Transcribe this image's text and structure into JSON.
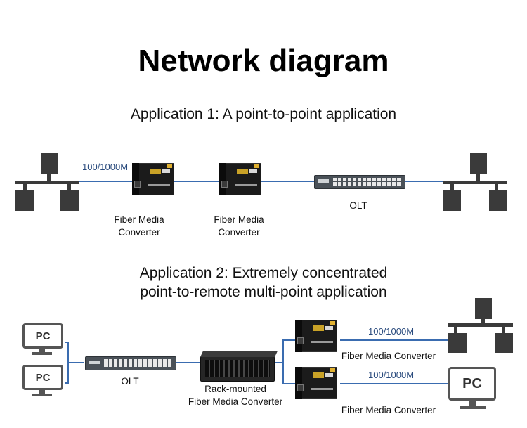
{
  "header": {
    "title": "Network diagram"
  },
  "application1": {
    "heading": "Application 1: A point-to-point application",
    "speed_label": "100/1000M",
    "converter1": {
      "line1": "Fiber Media",
      "line2": "Converter"
    },
    "converter2": {
      "line1": "Fiber Media",
      "line2": "Converter"
    },
    "olt_label": "OLT"
  },
  "application2": {
    "heading_line1": "Application 2: Extremely concentrated",
    "heading_line2": "point-to-remote multi-point application",
    "pc_top": "PC",
    "pc_bottom": "PC",
    "olt_label": "OLT",
    "rack": {
      "line1": "Rack-mounted",
      "line2": "Fiber Media Converter"
    },
    "upper_speed": "100/1000M",
    "lower_speed": "100/1000M",
    "upper_converter": "Fiber Media Converter",
    "lower_converter": "Fiber Media Converter",
    "pc_right": "PC"
  },
  "colors": {
    "link": "#3a6cb0",
    "icon": "#3a3a3a",
    "text": "#111111"
  },
  "icons": [
    "lan-tree-icon",
    "fiber-media-converter-icon",
    "switch-olt-icon",
    "rack-chassis-icon",
    "pc-monitor-icon"
  ]
}
